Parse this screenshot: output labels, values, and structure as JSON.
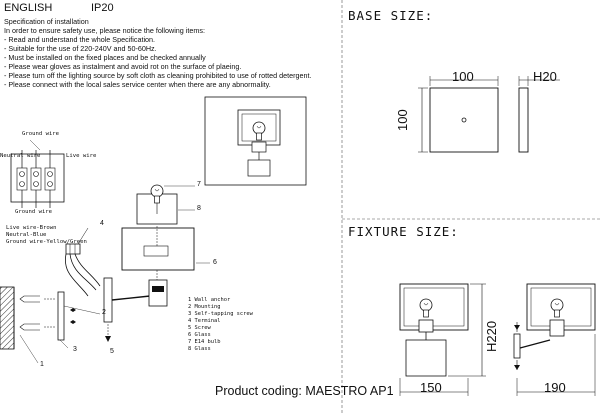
{
  "header": {
    "language": "ENGLISH",
    "ip_rating": "IP20"
  },
  "spec": {
    "title": "Specification of installation",
    "lines": [
      "In order to ensure safety use, please notice the following items:",
      "- Read and understand the whole Specification.",
      "- Suitable for the use of 220-240V and 50-60Hz.",
      "- Must be installed on the fixed places and be checked annually",
      "- Please wear gloves as instalment and avoid rot on the surface of plaeing.",
      "- Please turn off the lighting source by soft cloth as cleaning prohibited to use of rotted detergent.",
      "- Please connect with the local sales service center when there are any abnormality."
    ]
  },
  "base": {
    "title": "BASE SIZE:",
    "width": "100",
    "depth": "H20",
    "height": "100"
  },
  "fixture": {
    "title": "FIXTURE SIZE:",
    "height": "H220",
    "width": "150",
    "depth": "190"
  },
  "wiring": {
    "ground_top": "Ground wire",
    "neutral": "Neutral wire",
    "live": "Live wire",
    "ground_bottom": "Ground wire",
    "legend": [
      "Live wire-Brown",
      "Neutral-Blue",
      "Ground wire-Yellow/Green"
    ]
  },
  "callouts": [
    "1",
    "2",
    "3",
    "4",
    "5",
    "6",
    "7",
    "8"
  ],
  "parts": [
    "1 Wall anchor",
    "2 Mounting",
    "3 Self-tapping screw",
    "4 Terminal",
    "5 Screw",
    "6 Glass",
    "7 E14 bulb",
    "8 Glass"
  ],
  "product_coding": "Product coding: MAESTRO AP1"
}
